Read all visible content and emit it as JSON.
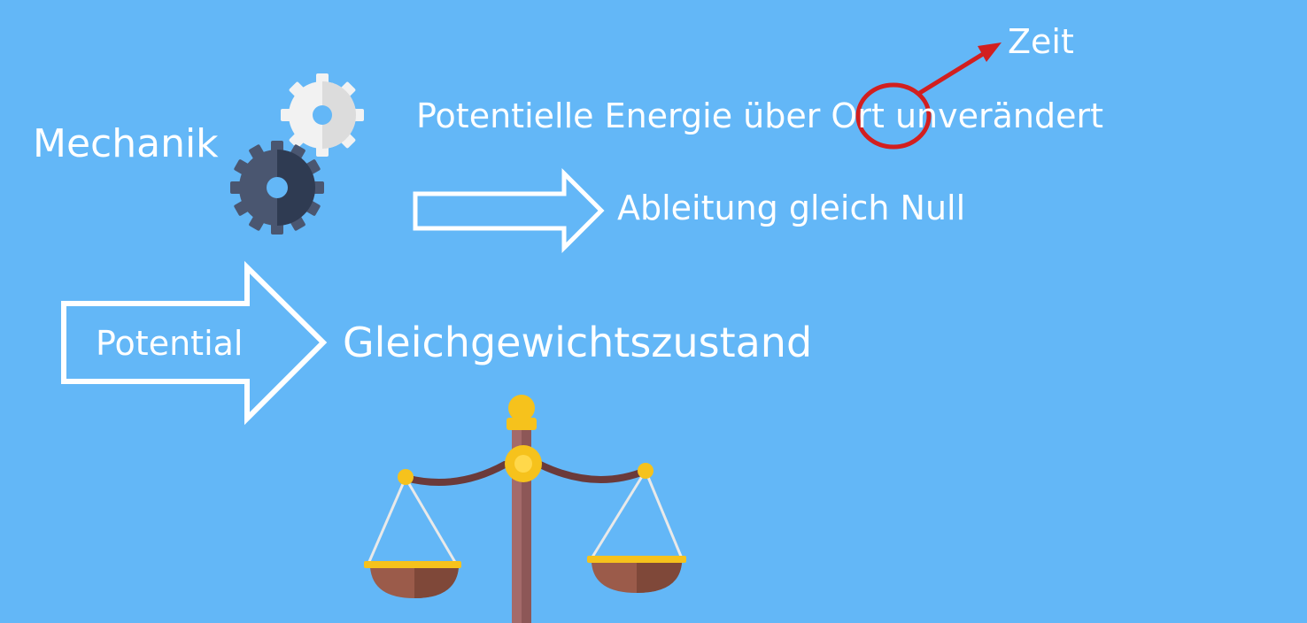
{
  "slide": {
    "mechanik": "Mechanik",
    "potentielle_energie": "Potentielle Energie über Ort unverändert",
    "ableitung": "Ableitung gleich Null",
    "zeit": "Zeit",
    "potential": "Potential",
    "gleichgewichtszustand": "Gleichgewichtszustand"
  },
  "colors": {
    "background": "#63b7f7",
    "text": "#ffffff",
    "highlight": "#d21f1f",
    "gear_light": "#f2f2f2",
    "gear_dark": "#36455f",
    "scale_gold": "#f6c21c",
    "scale_beam": "#6b3a3a",
    "scale_pole": "#a46a6a",
    "scale_pan": "#9b5b4a"
  },
  "icons": [
    "gear-icon",
    "balance-scale-icon",
    "arrow-right-icon"
  ]
}
